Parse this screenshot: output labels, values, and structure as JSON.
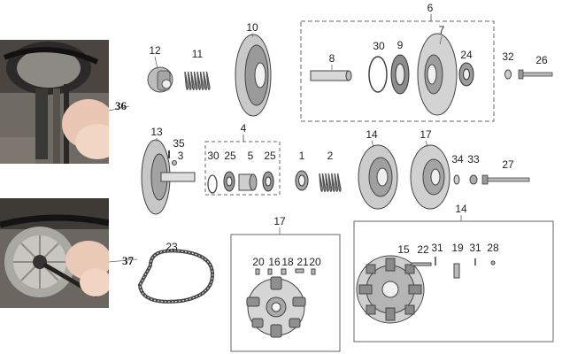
{
  "photo_callouts": [
    "36",
    "37"
  ],
  "labels": {
    "p1": "1",
    "p2": "2",
    "p3": "3",
    "p4": "4",
    "p5": "5",
    "p6": "6",
    "p7": "7",
    "p8": "8",
    "p9": "9",
    "p10": "10",
    "p11": "11",
    "p12": "12",
    "p13": "13",
    "p14": "14",
    "p15": "15",
    "p16": "16",
    "p17": "17",
    "p18": "18",
    "p19": "19",
    "p20": "20",
    "p21": "21",
    "p22": "22",
    "p23": "23",
    "p24": "24",
    "p25": "25",
    "p26": "26",
    "p27": "27",
    "p28": "28",
    "p30": "30",
    "p31": "31",
    "p32": "32",
    "p33": "33",
    "p34": "34",
    "p35": "35"
  },
  "colors": {
    "ink": "#222222",
    "part_dark": "#555555",
    "part_mid": "#8a8a8a",
    "part_light": "#cfcfcf",
    "frame": "#666666"
  }
}
